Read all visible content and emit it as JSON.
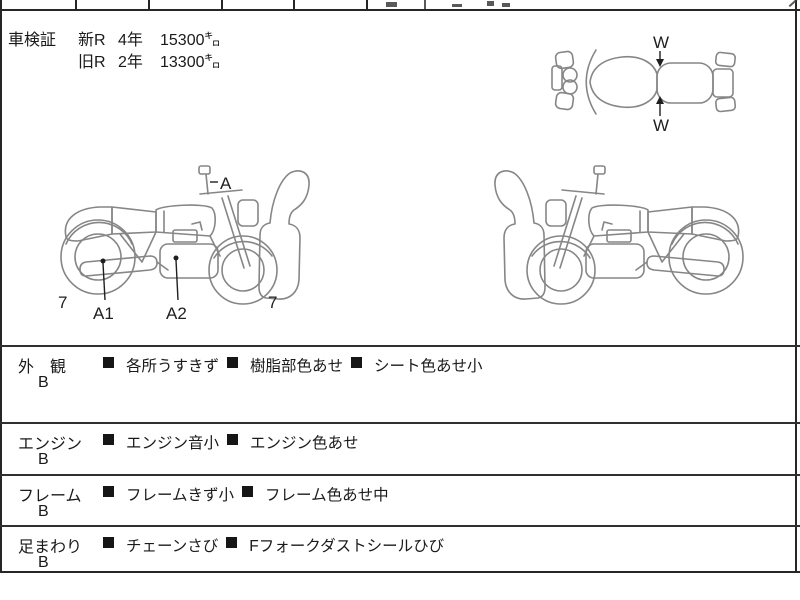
{
  "colors": {
    "paper": "#ffffff",
    "ink": "#1a1a1a",
    "sketch_line": "#868686"
  },
  "vehicle_inspection": {
    "label": "車検証",
    "rows": [
      {
        "reg": "新R",
        "year": "4年",
        "distance": "15300㌔"
      },
      {
        "reg": "旧R",
        "year": "2年",
        "distance": "13300㌔"
      }
    ]
  },
  "diagram": {
    "labels": {
      "mirror": "A",
      "muffler": "A1",
      "engine": "A2",
      "rear_tire": "7",
      "front_tire": "7",
      "width_top": "W",
      "width_bottom": "W"
    }
  },
  "condition_sections": [
    {
      "label": "外　観",
      "grade": "B",
      "items": [
        "各所うすきず",
        "樹脂部色あせ",
        "シート色あせ小"
      ]
    },
    {
      "label": "エンジン",
      "grade": "B",
      "items": [
        "エンジン音小",
        "エンジン色あせ"
      ]
    },
    {
      "label": "フレーム",
      "grade": "B",
      "items": [
        "フレームきず小",
        "フレーム色あせ中"
      ]
    },
    {
      "label": "足まわり",
      "grade": "B",
      "items": [
        "チェーンさび",
        "Fフォークダストシールひび"
      ]
    }
  ]
}
